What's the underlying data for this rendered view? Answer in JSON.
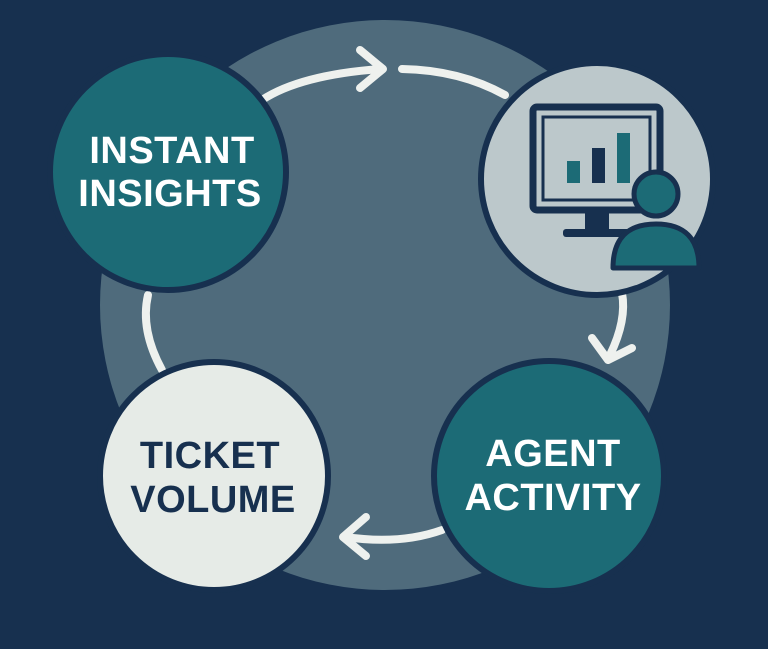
{
  "diagram": {
    "nodes": [
      {
        "id": "instant_insights",
        "lines": [
          "INSTANT",
          "INSIGHTS"
        ]
      },
      {
        "id": "dashboard",
        "icon": "monitor-bar-chart-with-agent-icon"
      },
      {
        "id": "agent_activity",
        "lines": [
          "AGENT",
          "ACTIVITY"
        ]
      },
      {
        "id": "ticket_volume",
        "lines": [
          "TICKET",
          "VOLUME"
        ]
      }
    ],
    "flow": "clockwise",
    "colors": {
      "background": "#17304f",
      "ring": "#4f6b7c",
      "teal": "#1c6b76",
      "light": "#e6ebe7",
      "icon_bg": "#bcc8cb",
      "navy": "#17304f",
      "arrow": "#eef1ee"
    }
  }
}
